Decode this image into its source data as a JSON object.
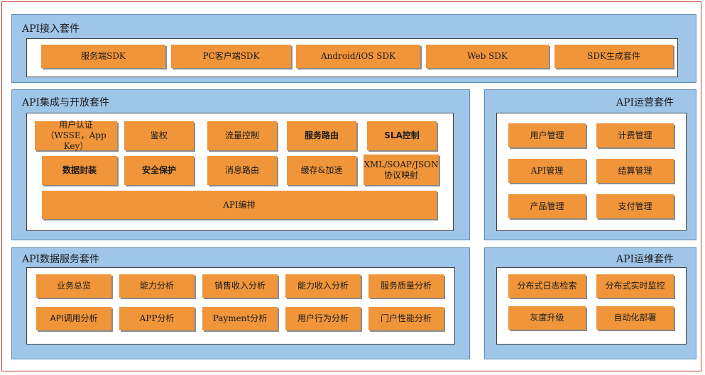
{
  "colors": {
    "suite_bg": "#9fc5e8",
    "box": "#f0953a",
    "frame": "#c0392b"
  },
  "access": {
    "title": "API接入套件",
    "items": [
      "服务端SDK",
      "PC客户端SDK",
      "Android/iOS SDK",
      "Web SDK",
      "SDK生成套件"
    ]
  },
  "integration": {
    "title": "API集成与开放套件",
    "items": [
      "用户认证\n（WSSE，App Key）",
      "鉴权",
      "流量控制",
      "服务路由",
      "SLA控制",
      "数据封装",
      "安全保护",
      "消息路由",
      "缓存&加速",
      "XML/SOAP/JSON\n协议映射",
      "API编排"
    ]
  },
  "operation": {
    "title": "API运营套件",
    "items": [
      "用户管理",
      "计费管理",
      "API管理",
      "结算管理",
      "产品管理",
      "支付管理"
    ]
  },
  "data": {
    "title": "API数据服务套件",
    "items": [
      "业务总览",
      "能力分析",
      "销售收入分析",
      "能力收入分析",
      "服务质量分析",
      "API调用分析",
      "APP分析",
      "Payment分析",
      "用户行为分析",
      "门户性能分析"
    ]
  },
  "maintenance": {
    "title": "API运维套件",
    "items": [
      "分布式日志检索",
      "分布式实时监控",
      "灰度升级",
      "自动化部署"
    ]
  }
}
